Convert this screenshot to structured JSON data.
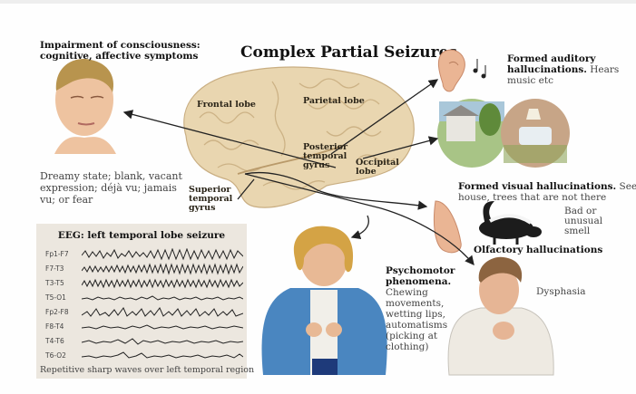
{
  "title": "Complex Partial Seizures",
  "impairment": {
    "heading_line1": "Impairment of consciousness:",
    "heading_line2": "cognitive, affective symptoms",
    "desc_line1": "Dreamy state; blank, vacant",
    "desc_line2": "expression; déjà vu; jamais",
    "desc_line3": "vu; or fear"
  },
  "brain_labels": {
    "frontal": "Frontal lobe",
    "parietal": "Parietal lobe",
    "posterior_line1": "Posterior",
    "posterior_line2": "temporal",
    "posterior_line3": "gyrus",
    "occipital_line1": "Occipital",
    "occipital_line2": "lobe",
    "superior_line1": "Superior",
    "superior_line2": "temporal",
    "superior_line3": "gyrus"
  },
  "auditory": {
    "bold_line1": "Formed auditory",
    "bold_line2": "hallucinations.",
    "rest_line2": " Hears",
    "rest_line3": "music etc"
  },
  "visual": {
    "bold": "Formed visual hallucinations.",
    "rest_line1": " Sees",
    "rest_line2": "house, trees that are not there"
  },
  "olfactory": {
    "smell_line1": "Bad or",
    "smell_line2": "unusual",
    "smell_line3": "smell",
    "heading": "Olfactory hallucinations"
  },
  "psychomotor": {
    "bold_line1": "Psychomotor",
    "bold_line2": "phenomena.",
    "line3": "Chewing",
    "line4": "movements,",
    "line5": "wetting lips,",
    "line6": "automatisms",
    "line7": "(picking at",
    "line8": "clothing)"
  },
  "dysphasia": "Dysphasia",
  "eeg": {
    "title": "EEG: left temporal lobe seizure",
    "channels": [
      "Fp1-F7",
      "F7-T3",
      "T3-T5",
      "T5-O1",
      "Fp2-F8",
      "F8-T4",
      "T4-T6",
      "T6-O2"
    ],
    "caption": "Repetitive sharp waves over left temporal region"
  },
  "colors": {
    "eeg_panel_bg": "#ece7df",
    "brain_fill": "#e9d6b0",
    "cardigan_blue": "#4a86c0",
    "skin": "#e8b995"
  }
}
